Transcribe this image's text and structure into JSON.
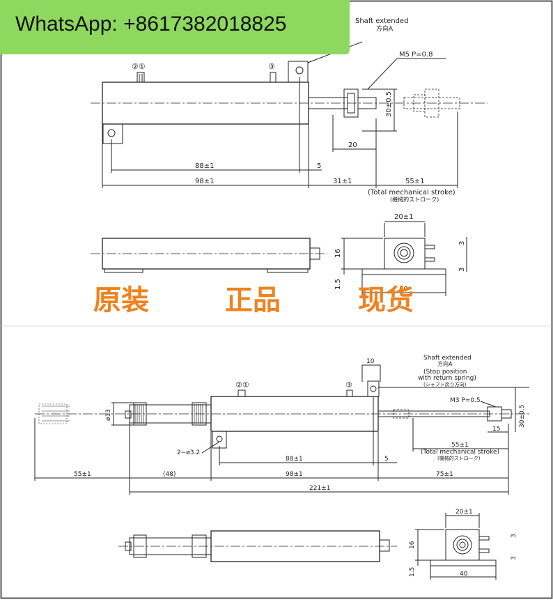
{
  "banner": {
    "text": "WhatsApp: +8617382018825",
    "color": "#8ed85f"
  },
  "promo": {
    "texts": [
      "原装",
      "正品",
      "现货"
    ],
    "color": "#f0821e"
  },
  "top_drawing": {
    "shaft_extended": "Shaft extended",
    "direction": "方向A",
    "thread": "M5 P=0.8",
    "terminal_labels": [
      "②①",
      "③"
    ],
    "dims": {
      "height_30": "30±0.5",
      "d20": "20",
      "d5": "5",
      "d88": "88±1",
      "d98": "98±1",
      "d31": "31±1",
      "d55": "55±1"
    },
    "stroke_en": "(Total mechanical stroke)",
    "stroke_jp": "(機械的ストローク)",
    "side": {
      "w20": "20±1",
      "h16": "16",
      "h15": "1.5",
      "t3a": "3",
      "t3b": "3",
      "w40": "40"
    }
  },
  "bottom_drawing": {
    "shaft_extended": "Shaft extended",
    "direction": "方向A",
    "stop_line1": "(Stop position",
    "stop_line2": "with return spring)",
    "stop_jp": "(シャフト戻り方向)",
    "thread": "M3 P=0.5",
    "terminal_labels": [
      "②①",
      "③"
    ],
    "dims": {
      "d10": "10",
      "height_30": "30±0.5",
      "d15": "15",
      "phi13": "ø13",
      "hole": "2−ø3.2",
      "d88": "88±1",
      "d5": "5",
      "d55a": "55±1",
      "d55b": "55±1",
      "d48": "(48)",
      "d98": "98±1",
      "d75": "75±1",
      "d221": "221±1"
    },
    "stroke_en": "(Total mechanical stroke)",
    "stroke_jp": "(機械的ストローク)",
    "side": {
      "w20": "20±1",
      "h16": "16",
      "h15": "1.5",
      "t3a": "3",
      "t3b": "3",
      "w40": "40"
    }
  }
}
